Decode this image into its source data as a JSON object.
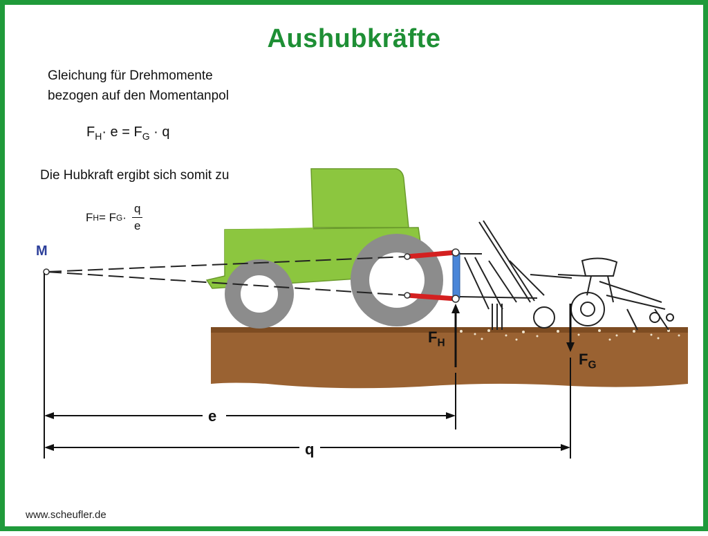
{
  "title": "Aushubkräfte",
  "intro": {
    "line1": "Gleichung für Drehmomente",
    "line2": "bezogen auf den Momentanpol"
  },
  "formula1": {
    "f": "F",
    "h_sub": "H",
    "mid": "· e = F",
    "g_sub": "G",
    "end": " · q"
  },
  "hubkraft_text": "Die Hubkraft ergibt sich somit zu",
  "formula2": {
    "f1": "F",
    "h_sub": "H",
    "eq": " = F",
    "g_sub": "G",
    "dot": " ·",
    "numerator": "q",
    "denominator": "e"
  },
  "labels": {
    "m": "M",
    "fh": "F",
    "fh_sub": "H",
    "fg": "F",
    "fg_sub": "G",
    "e": "e",
    "q": "q"
  },
  "website": "www.scheufler.de",
  "colors": {
    "border": "#1f9a3a",
    "title": "#1e8f35",
    "tractor": "#8cc63f",
    "tire": "#8c8c8c",
    "link_arms": "#d42020",
    "mast": "#4a86d8",
    "soil": "#9a6232",
    "momentanpol": "#2c3f9a"
  }
}
